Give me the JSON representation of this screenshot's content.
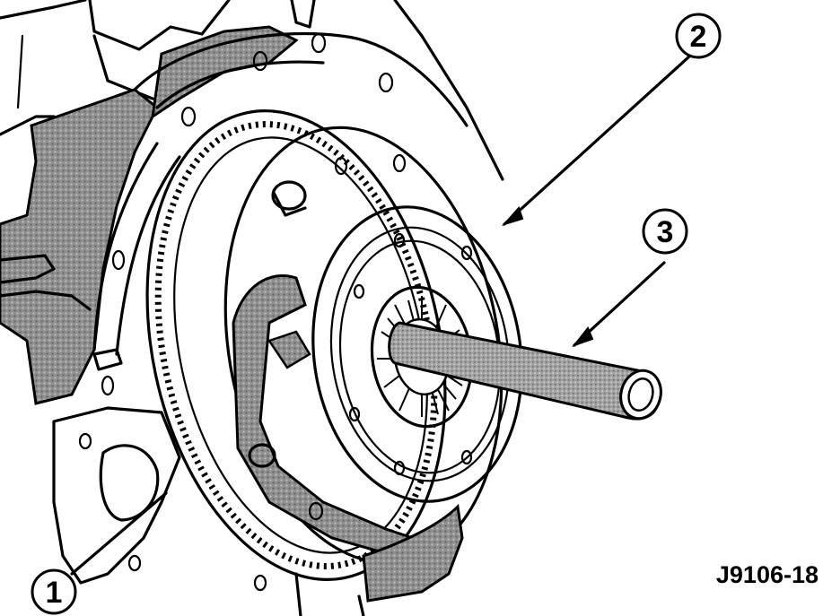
{
  "figure": {
    "code": "J9106-18",
    "callouts": [
      {
        "id": "1",
        "label": "1"
      },
      {
        "id": "2",
        "label": "2"
      },
      {
        "id": "3",
        "label": "3"
      }
    ]
  },
  "colors": {
    "line": "#000000",
    "background": "#ffffff",
    "gray_fill": "#8f8f8f",
    "tool_fill": "#9a9a9a"
  }
}
